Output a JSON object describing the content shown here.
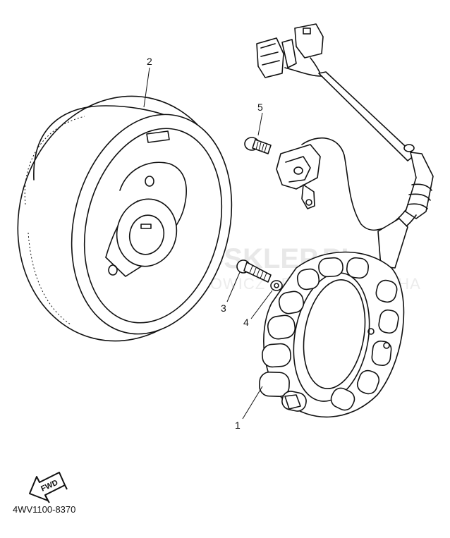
{
  "watermark": {
    "main": "YAMA-SKLEP.PL",
    "sub": "WOJ. CHOWICZ - DEALER YAMAHA",
    "color": "#e6e6e6"
  },
  "parts": [
    {
      "number": "1",
      "name-icon": "stator-coil-icon"
    },
    {
      "number": "2",
      "name-icon": "flywheel-rotor-icon"
    },
    {
      "number": "3",
      "name-icon": "bolt-icon"
    },
    {
      "number": "4",
      "name-icon": "washer-icon"
    },
    {
      "number": "5",
      "name-icon": "screw-icon"
    }
  ],
  "forward_indicator": "FWD",
  "diagram_code": "4WV1100-8370"
}
